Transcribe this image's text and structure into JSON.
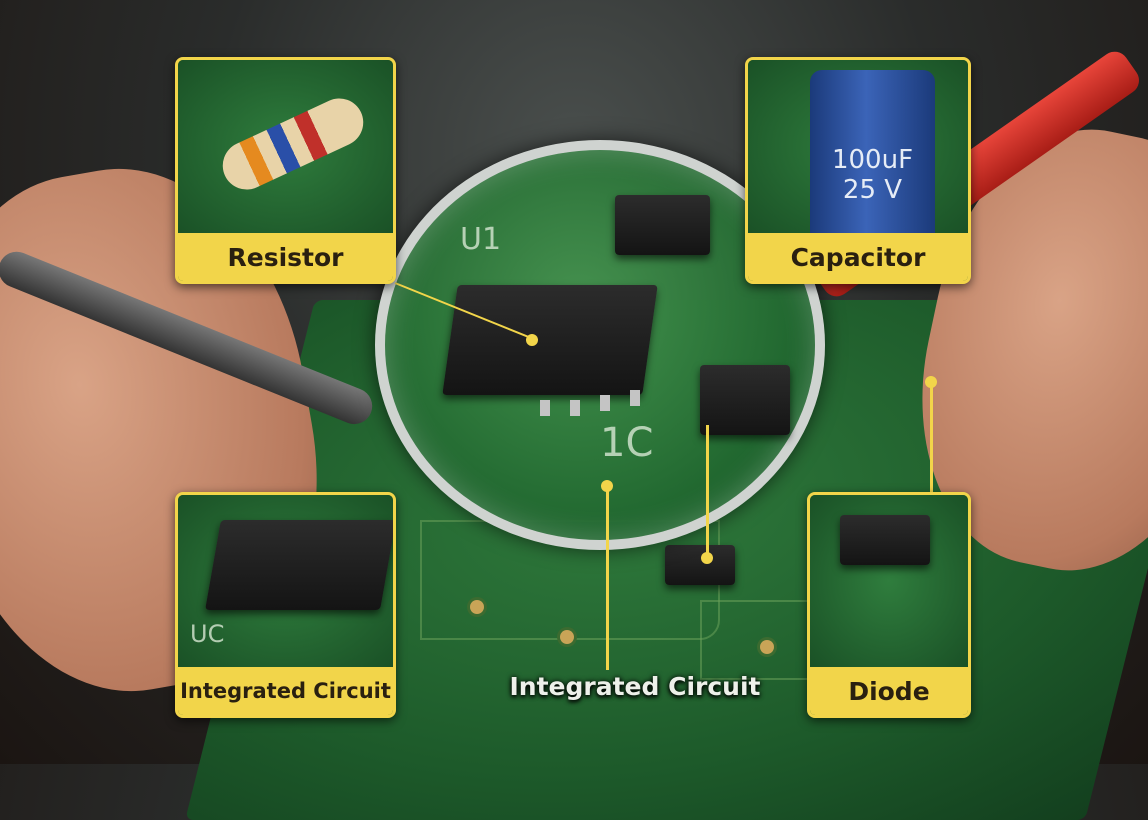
{
  "labels": {
    "resistor": "Resistor",
    "capacitor": "Capacitor",
    "ic_left": "Integrated Circuit",
    "ic_center": "Integrated Circuit",
    "diode": "Diode"
  },
  "board_markings": {
    "capacitor_value": "100uF",
    "capacitor_voltage": "25 V",
    "u1": "U1",
    "ic": "1C",
    "uc": "UC"
  },
  "colors": {
    "label_bg": "#f2d54a",
    "label_text": "#2a2010",
    "pcb": "#2f7a3c"
  }
}
